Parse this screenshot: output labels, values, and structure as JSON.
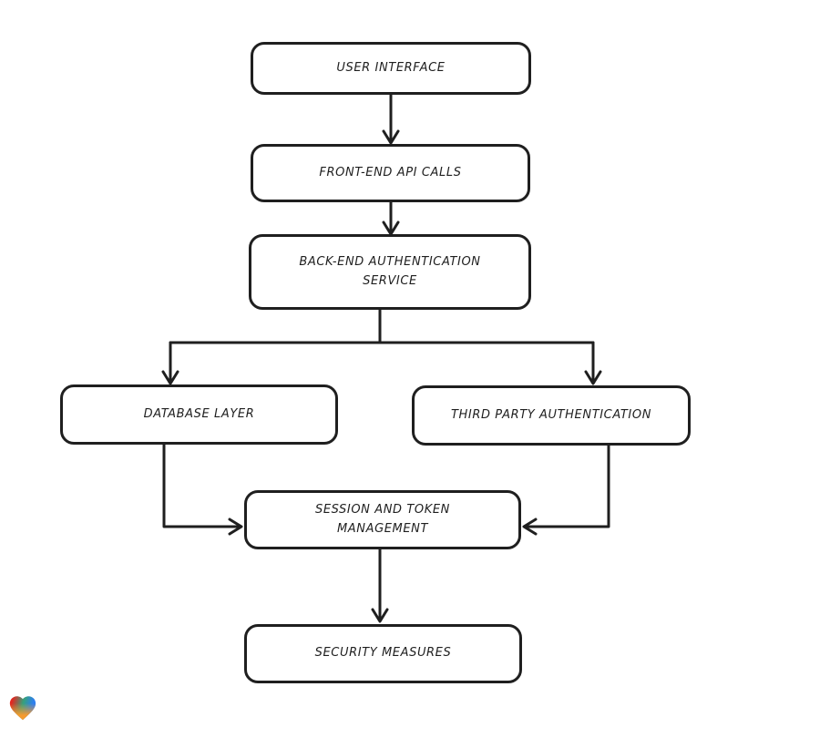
{
  "page": {
    "background": "#ffffff"
  },
  "diagram": {
    "type": "flowchart",
    "stroke_color": "#1f1f1f",
    "node_fill": "#ffffff",
    "nodes": [
      {
        "id": "user-interface",
        "label": "USER INTERFACE"
      },
      {
        "id": "front-end-api-calls",
        "label": "FRONT-END API CALLS"
      },
      {
        "id": "back-end-authentication-service",
        "label": "BACK-END AUTHENTICATION SERVICE"
      },
      {
        "id": "database-layer",
        "label": "DATABASE LAYER"
      },
      {
        "id": "third-party-authentication",
        "label": "THIRD PARTY AUTHENTICATION"
      },
      {
        "id": "session-and-token-management",
        "label": "SESSION AND TOKEN MANAGEMENT"
      },
      {
        "id": "security-measures",
        "label": "SECURITY MEASURES"
      }
    ],
    "edges": [
      {
        "from": "user-interface",
        "to": "front-end-api-calls"
      },
      {
        "from": "front-end-api-calls",
        "to": "back-end-authentication-service"
      },
      {
        "from": "back-end-authentication-service",
        "to": "database-layer"
      },
      {
        "from": "back-end-authentication-service",
        "to": "third-party-authentication"
      },
      {
        "from": "database-layer",
        "to": "session-and-token-management"
      },
      {
        "from": "third-party-authentication",
        "to": "session-and-token-management"
      },
      {
        "from": "session-and-token-management",
        "to": "security-measures"
      }
    ]
  },
  "branding": {
    "logo": "eraser-heart-logo",
    "colors": {
      "red": "#e3261f",
      "teal": "#35a17c",
      "blue": "#2e7ff0",
      "orange": "#f59b2e"
    }
  }
}
